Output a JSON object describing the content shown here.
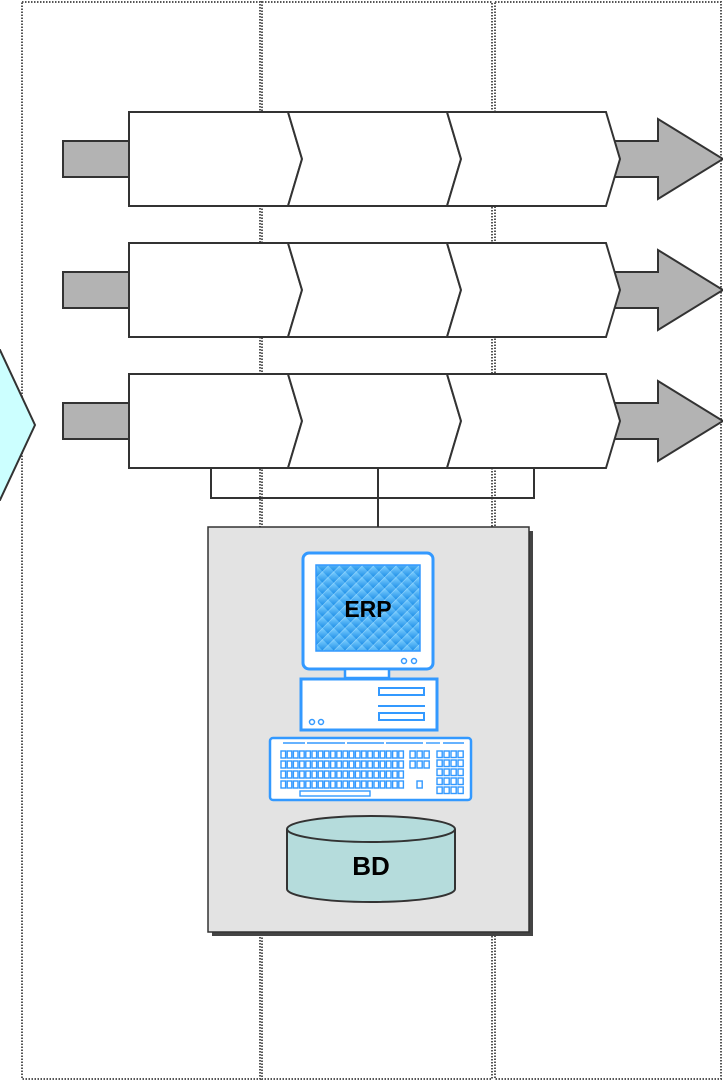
{
  "system": {
    "screen_label": "ERP",
    "database_label": "BD"
  },
  "process_rows": [
    {
      "stages": 3
    },
    {
      "stages": 3
    },
    {
      "stages": 3
    }
  ],
  "colors": {
    "lane_border": "#555555",
    "chevron_fill": "#ffffff",
    "arrow_gray": "#b3b3b3",
    "system_box": "#e3e3e3",
    "monitor_outline": "#3399ff",
    "screen_fill": "#33aaff",
    "database_fill": "#b5dcdc",
    "left_hexagon": "#ccffff"
  }
}
